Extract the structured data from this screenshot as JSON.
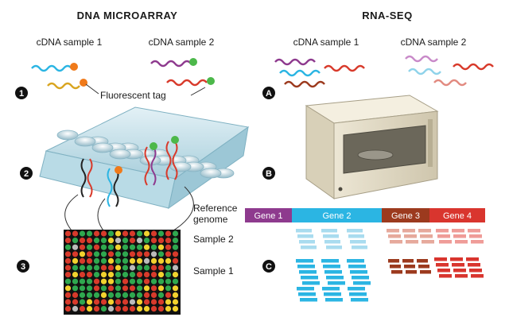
{
  "microarray": {
    "title": "DNA MICROARRAY",
    "sample1_label": "cDNA sample 1",
    "sample2_label": "cDNA sample 2",
    "tag_label": "Fluorescent tag",
    "reference_label_line1": "Reference",
    "reference_label_line2": "genome",
    "sample2_row_label": "Sample 2",
    "sample1_row_label": "Sample 1",
    "steps": [
      "1",
      "2",
      "3"
    ]
  },
  "rnaseq": {
    "title": "RNA-SEQ",
    "sample1_label": "cDNA sample 1",
    "sample2_label": "cDNA sample 2",
    "steps": [
      "A",
      "B",
      "C"
    ],
    "genes": [
      {
        "label": "Gene 1",
        "color": "#8e3a8e"
      },
      {
        "label": "Gene 2",
        "color": "#2bb5e3"
      },
      {
        "label": "Gene 3",
        "color": "#9c3a1e"
      },
      {
        "label": "Gene 4",
        "color": "#d9352e"
      }
    ]
  },
  "colors": {
    "spot_green": "#2fa84f",
    "spot_red": "#d83a2b",
    "spot_yellow": "#f2d22e",
    "tag_orange": "#f07a1a",
    "tag_green": "#4cb84a"
  }
}
